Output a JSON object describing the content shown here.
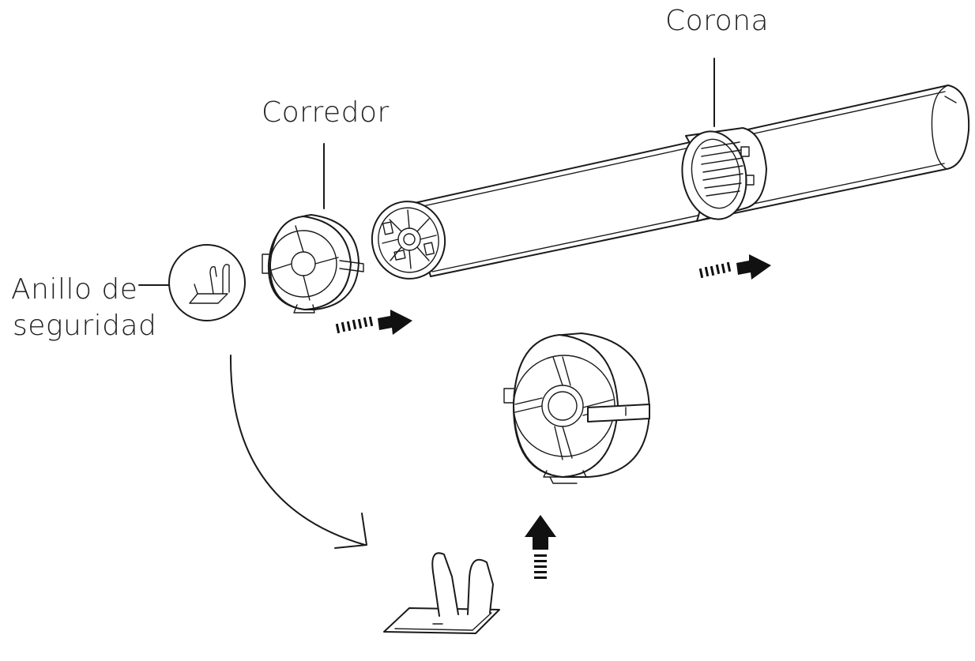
{
  "labels": {
    "corona": "Corona",
    "corredor": "Corredor",
    "anillo_line1": "Anillo de",
    "anillo_line2": "seguridad"
  },
  "colors": {
    "line": "#1a1a1a",
    "arrow": "#111111",
    "background": "#ffffff"
  }
}
